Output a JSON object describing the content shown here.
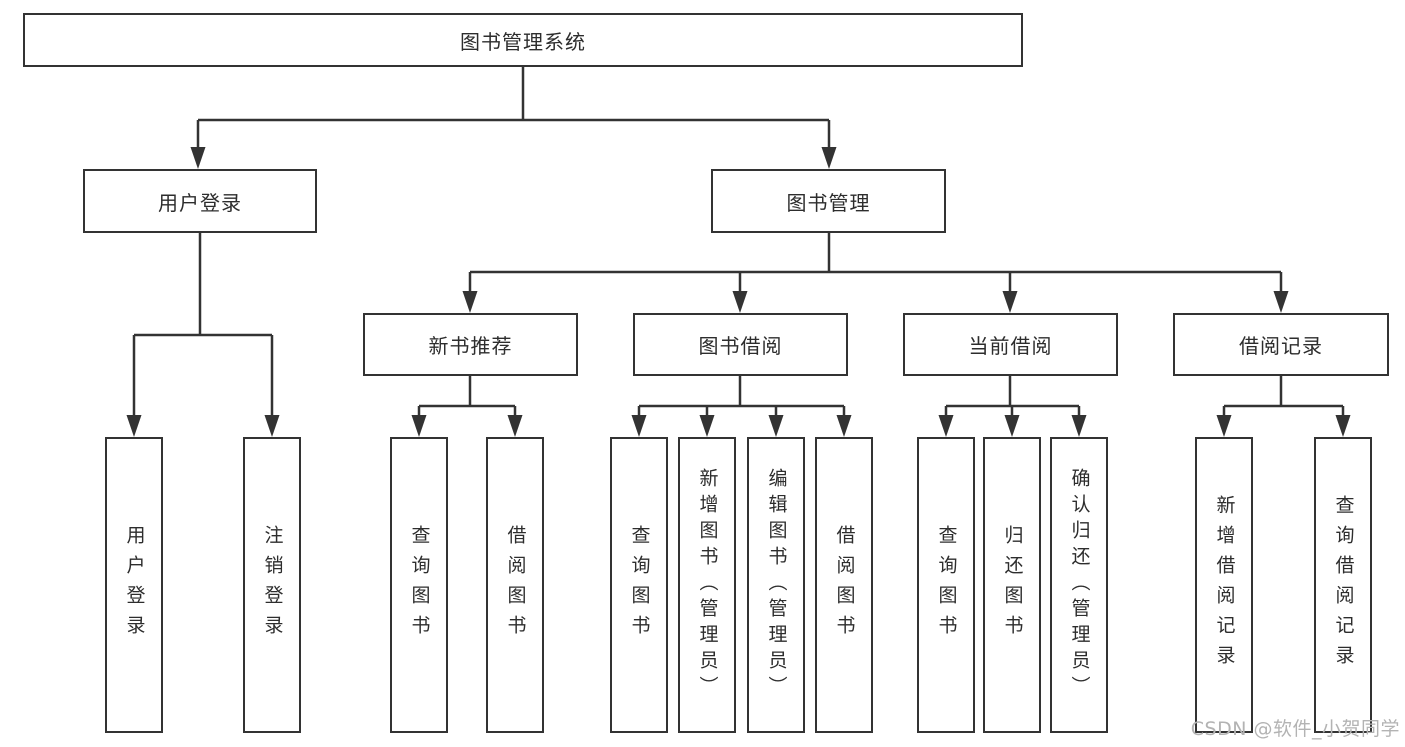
{
  "tree": {
    "label": "图书管理系统",
    "children": [
      {
        "label": "用户登录",
        "children": [
          {
            "label": "用户登录"
          },
          {
            "label": "注销登录"
          }
        ]
      },
      {
        "label": "图书管理",
        "children": [
          {
            "label": "新书推荐",
            "children": [
              {
                "label": "查询图书"
              },
              {
                "label": "借阅图书"
              }
            ]
          },
          {
            "label": "图书借阅",
            "children": [
              {
                "label": "查询图书"
              },
              {
                "label": "新增图书（管理员）"
              },
              {
                "label": "编辑图书（管理员）"
              },
              {
                "label": "借阅图书"
              }
            ]
          },
          {
            "label": "当前借阅",
            "children": [
              {
                "label": "查询图书"
              },
              {
                "label": "归还图书"
              },
              {
                "label": "确认归还（管理员）"
              }
            ]
          },
          {
            "label": "借阅记录",
            "children": [
              {
                "label": "新增借阅记录"
              },
              {
                "label": "查询借阅记录"
              }
            ]
          }
        ]
      }
    ]
  },
  "watermark": {
    "text": "CSDN @软件_小贺同学"
  },
  "colors": {
    "line": "#333333",
    "text": "#2d2d2d",
    "watermark": "#b3b3b3",
    "background": "#ffffff"
  }
}
